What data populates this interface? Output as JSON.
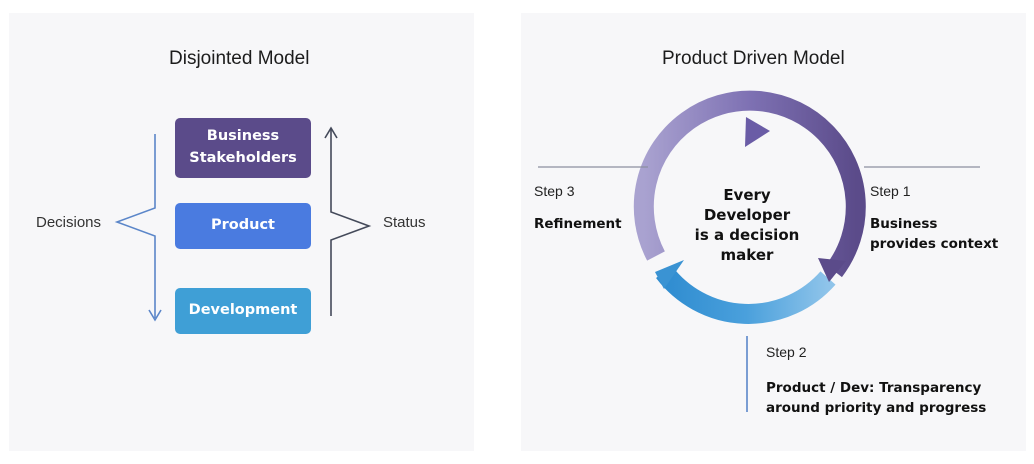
{
  "left": {
    "title": "Disjointed Model",
    "boxes": {
      "business_line1": "Business",
      "business_line2": "Stakeholders",
      "product": "Product",
      "development": "Development"
    },
    "decisions_label": "Decisions",
    "status_label": "Status"
  },
  "right": {
    "title": "Product Driven Model",
    "center": {
      "line1": "Every",
      "line2": "Developer",
      "line3": "is a decision",
      "line4": "maker"
    },
    "step1": {
      "label": "Step 1",
      "line1": "Business",
      "line2": "provides context"
    },
    "step2": {
      "label": "Step 2",
      "line1": "Product / Dev: Transparency",
      "line2": "around priority and progress"
    },
    "step3": {
      "label": "Step 3",
      "line1": "Refinement"
    }
  },
  "colors": {
    "business_box": "#5b4b8a",
    "product_box": "#4a7be0",
    "development_box": "#3f9fd6",
    "arrow_blue": "#5b86c9",
    "arrow_dark": "#444a5a"
  }
}
